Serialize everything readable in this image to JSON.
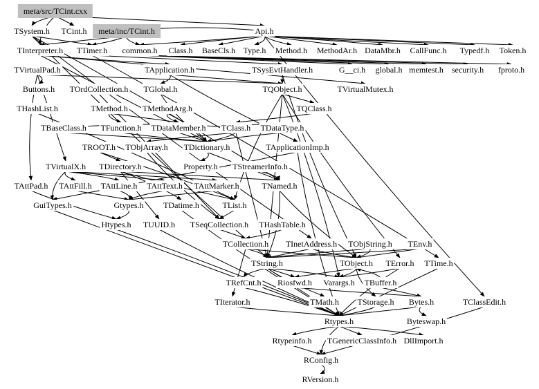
{
  "colors": {
    "edge": "#000000",
    "highlight_fill": "#bfbfbf",
    "background": "#ffffff"
  },
  "nodes": [
    {
      "id": "cxx",
      "label": "meta/src/TCint.cxx",
      "highlight": true
    },
    {
      "id": "TSystem",
      "label": "TSystem.h"
    },
    {
      "id": "TCint",
      "label": "TCint.h"
    },
    {
      "id": "incTCint",
      "label": "meta/inc/TCint.h",
      "highlight": true
    },
    {
      "id": "Api",
      "label": "Api.h"
    },
    {
      "id": "TInterpreter",
      "label": "TInterpreter.h"
    },
    {
      "id": "TTimer",
      "label": "TTimer.h"
    },
    {
      "id": "common",
      "label": "common.h"
    },
    {
      "id": "Class",
      "label": "Class.h"
    },
    {
      "id": "BaseCls",
      "label": "BaseCls.h"
    },
    {
      "id": "Type",
      "label": "Type.h"
    },
    {
      "id": "Method",
      "label": "Method.h"
    },
    {
      "id": "MethodAr",
      "label": "MethodAr.h"
    },
    {
      "id": "DataMbr",
      "label": "DataMbr.h"
    },
    {
      "id": "CallFunc",
      "label": "CallFunc.h"
    },
    {
      "id": "Typedf",
      "label": "Typedf.h"
    },
    {
      "id": "Token",
      "label": "Token.h"
    },
    {
      "id": "TVirtualPad",
      "label": "TVirtualPad.h"
    },
    {
      "id": "TApplication",
      "label": "TApplication.h"
    },
    {
      "id": "TSysEvtHandler",
      "label": "TSysEvtHandler.h"
    },
    {
      "id": "G__ci",
      "label": "G__ci.h"
    },
    {
      "id": "global",
      "label": "global.h"
    },
    {
      "id": "memtest",
      "label": "memtest.h"
    },
    {
      "id": "security",
      "label": "security.h"
    },
    {
      "id": "fproto",
      "label": "fproto.h"
    },
    {
      "id": "Buttons",
      "label": "Buttons.h"
    },
    {
      "id": "TOrdCollection",
      "label": "TOrdCollection.h"
    },
    {
      "id": "TGlobal",
      "label": "TGlobal.h"
    },
    {
      "id": "TQObject",
      "label": "TQObject.h"
    },
    {
      "id": "TVirtualMutex",
      "label": "TVirtualMutex.h"
    },
    {
      "id": "THashList",
      "label": "THashList.h"
    },
    {
      "id": "TMethod",
      "label": "TMethod.h"
    },
    {
      "id": "TMethodArg",
      "label": "TMethodArg.h"
    },
    {
      "id": "TQClass",
      "label": "TQClass.h"
    },
    {
      "id": "TBaseClass",
      "label": "TBaseClass.h"
    },
    {
      "id": "TFunction",
      "label": "TFunction.h"
    },
    {
      "id": "TDataMember",
      "label": "TDataMember.h"
    },
    {
      "id": "TClass",
      "label": "TClass.h"
    },
    {
      "id": "TDataType",
      "label": "TDataType.h"
    },
    {
      "id": "TROOT",
      "label": "TROOT.h"
    },
    {
      "id": "TObjArray",
      "label": "TObjArray.h"
    },
    {
      "id": "TDictionary",
      "label": "TDictionary.h"
    },
    {
      "id": "TApplicationImp",
      "label": "TApplicationImp.h"
    },
    {
      "id": "TVirtualX",
      "label": "TVirtualX.h"
    },
    {
      "id": "TDirectory",
      "label": "TDirectory.h"
    },
    {
      "id": "Property",
      "label": "Property.h"
    },
    {
      "id": "TStreamerInfo",
      "label": "TStreamerInfo.h"
    },
    {
      "id": "TAttPad",
      "label": "TAttPad.h"
    },
    {
      "id": "TAttFill",
      "label": "TAttFill.h"
    },
    {
      "id": "TAttLine",
      "label": "TAttLine.h"
    },
    {
      "id": "TAttText",
      "label": "TAttText.h"
    },
    {
      "id": "TAttMarker",
      "label": "TAttMarker.h"
    },
    {
      "id": "TNamed",
      "label": "TNamed.h"
    },
    {
      "id": "GuiTypes",
      "label": "GuiTypes.h"
    },
    {
      "id": "Gtypes",
      "label": "Gtypes.h"
    },
    {
      "id": "TDatime",
      "label": "TDatime.h"
    },
    {
      "id": "TList",
      "label": "TList.h"
    },
    {
      "id": "Htypes",
      "label": "Htypes.h"
    },
    {
      "id": "TUUID",
      "label": "TUUID.h"
    },
    {
      "id": "TSeqCollection",
      "label": "TSeqCollection.h"
    },
    {
      "id": "THashTable",
      "label": "THashTable.h"
    },
    {
      "id": "TCollection",
      "label": "TCollection.h"
    },
    {
      "id": "TInetAddress",
      "label": "TInetAddress.h"
    },
    {
      "id": "TObjString",
      "label": "TObjString.h"
    },
    {
      "id": "TEnv",
      "label": "TEnv.h"
    },
    {
      "id": "TString",
      "label": "TString.h"
    },
    {
      "id": "TObject",
      "label": "TObject.h"
    },
    {
      "id": "TError",
      "label": "TError.h"
    },
    {
      "id": "TTime",
      "label": "TTime.h"
    },
    {
      "id": "TRefCnt",
      "label": "TRefCnt.h"
    },
    {
      "id": "Riosfwd",
      "label": "Riosfwd.h"
    },
    {
      "id": "Varargs",
      "label": "Varargs.h"
    },
    {
      "id": "TBuffer",
      "label": "TBuffer.h"
    },
    {
      "id": "TIterator",
      "label": "TIterator.h"
    },
    {
      "id": "TMath",
      "label": "TMath.h"
    },
    {
      "id": "TStorage",
      "label": "TStorage.h"
    },
    {
      "id": "Bytes",
      "label": "Bytes.h"
    },
    {
      "id": "TClassEdit",
      "label": "TClassEdit.h"
    },
    {
      "id": "Rtypes",
      "label": "Rtypes.h"
    },
    {
      "id": "Byteswap",
      "label": "Byteswap.h"
    },
    {
      "id": "Rtypeinfo",
      "label": "Rtypeinfo.h"
    },
    {
      "id": "TGenericClassInfo",
      "label": "TGenericClassInfo.h"
    },
    {
      "id": "DllImport",
      "label": "DllImport.h"
    },
    {
      "id": "RConfig",
      "label": "RConfig.h"
    },
    {
      "id": "RVersion",
      "label": "RVersion.h"
    }
  ],
  "edges": [
    [
      "cxx",
      "TSystem"
    ],
    [
      "cxx",
      "TCint"
    ],
    [
      "cxx",
      "Api"
    ],
    [
      "cxx",
      "TInterpreter"
    ],
    [
      "incTCint",
      "TInterpreter"
    ],
    [
      "incTCint",
      "TTimer"
    ],
    [
      "incTCint",
      "common"
    ],
    [
      "incTCint",
      "Api"
    ],
    [
      "Api",
      "common"
    ],
    [
      "Api",
      "Class"
    ],
    [
      "Api",
      "BaseCls"
    ],
    [
      "Api",
      "Type"
    ],
    [
      "Api",
      "Method"
    ],
    [
      "Api",
      "MethodAr"
    ],
    [
      "Api",
      "DataMbr"
    ],
    [
      "Api",
      "CallFunc"
    ],
    [
      "Api",
      "Typedf"
    ],
    [
      "Api",
      "Token"
    ],
    [
      "Api",
      "TClassEdit"
    ],
    [
      "common",
      "G__ci"
    ],
    [
      "common",
      "global"
    ],
    [
      "common",
      "memtest"
    ],
    [
      "common",
      "security"
    ],
    [
      "common",
      "fproto"
    ],
    [
      "TSystem",
      "TInetAddress"
    ],
    [
      "TSystem",
      "TTimer"
    ],
    [
      "TSystem",
      "TNamed"
    ],
    [
      "TSystem",
      "TString"
    ],
    [
      "TInterpreter",
      "TDictionary"
    ],
    [
      "TInterpreter",
      "TVirtualMutex"
    ],
    [
      "TInterpreter",
      "TApplication"
    ],
    [
      "TTimer",
      "TSysEvtHandler"
    ],
    [
      "TTimer",
      "TTime"
    ],
    [
      "TSysEvtHandler",
      "TObject"
    ],
    [
      "TSysEvtHandler",
      "TQObject"
    ],
    [
      "TVirtualPad",
      "Buttons"
    ],
    [
      "TVirtualPad",
      "TAttPad"
    ],
    [
      "TVirtualPad",
      "TVirtualX"
    ],
    [
      "TVirtualPad",
      "TQObject"
    ],
    [
      "TApplication",
      "TApplicationImp"
    ],
    [
      "TApplication",
      "TQObject"
    ],
    [
      "TApplication",
      "TGlobal"
    ],
    [
      "TQObject",
      "TList"
    ],
    [
      "TQObject",
      "TString"
    ],
    [
      "TQObject",
      "Varargs"
    ],
    [
      "TQObject",
      "TError"
    ],
    [
      "TQObject",
      "TQClass"
    ],
    [
      "TQClass",
      "TClass"
    ],
    [
      "TGlobal",
      "TDictionary"
    ],
    [
      "TOrdCollection",
      "TSeqCollection"
    ],
    [
      "THashList",
      "TList"
    ],
    [
      "TMethod",
      "TFunction"
    ],
    [
      "TMethod",
      "TDataMember"
    ],
    [
      "TMethodArg",
      "TDictionary"
    ],
    [
      "TMethodArg",
      "TDataMember"
    ],
    [
      "TBaseClass",
      "TDictionary"
    ],
    [
      "TBaseClass",
      "TClass"
    ],
    [
      "TFunction",
      "TDictionary"
    ],
    [
      "TDataMember",
      "TDictionary"
    ],
    [
      "TClass",
      "TDictionary"
    ],
    [
      "TClass",
      "TObjArray"
    ],
    [
      "TClass",
      "TString"
    ],
    [
      "TClass",
      "TDataType"
    ],
    [
      "TDataType",
      "TDictionary"
    ],
    [
      "TROOT",
      "TDirectory"
    ],
    [
      "TROOT",
      "TList"
    ],
    [
      "TObjArray",
      "TSeqCollection"
    ],
    [
      "TDictionary",
      "TNamed"
    ],
    [
      "TDictionary",
      "Property"
    ],
    [
      "TApplicationImp",
      "Rtypes"
    ],
    [
      "TApplicationImp",
      "GuiTypes"
    ],
    [
      "TVirtualX",
      "TAttLine"
    ],
    [
      "TVirtualX",
      "TAttFill"
    ],
    [
      "TVirtualX",
      "TAttText"
    ],
    [
      "TVirtualX",
      "TAttMarker"
    ],
    [
      "TVirtualX",
      "GuiTypes"
    ],
    [
      "TDirectory",
      "TNamed"
    ],
    [
      "TDirectory",
      "TDatime"
    ],
    [
      "TDirectory",
      "TList"
    ],
    [
      "TDirectory",
      "TUUID"
    ],
    [
      "TStreamerInfo",
      "TNamed"
    ],
    [
      "TAttPad",
      "Htypes"
    ],
    [
      "TAttFill",
      "Gtypes"
    ],
    [
      "TAttLine",
      "Gtypes"
    ],
    [
      "TAttText",
      "Gtypes"
    ],
    [
      "TAttMarker",
      "Gtypes"
    ],
    [
      "TNamed",
      "TString"
    ],
    [
      "TNamed",
      "TObject"
    ],
    [
      "GuiTypes",
      "Rtypes"
    ],
    [
      "Gtypes",
      "Htypes"
    ],
    [
      "TDatime",
      "Rtypes"
    ],
    [
      "TList",
      "TSeqCollection"
    ],
    [
      "Htypes",
      "Rtypes"
    ],
    [
      "TUUID",
      "Rtypes"
    ],
    [
      "TSeqCollection",
      "TCollection"
    ],
    [
      "THashTable",
      "TCollection"
    ],
    [
      "TCollection",
      "TObject"
    ],
    [
      "TCollection",
      "TIterator"
    ],
    [
      "TCollection",
      "TString"
    ],
    [
      "TInetAddress",
      "TObject"
    ],
    [
      "TInetAddress",
      "TString"
    ],
    [
      "TObjString",
      "TObject"
    ],
    [
      "TObjString",
      "TString"
    ],
    [
      "TEnv",
      "TObject"
    ],
    [
      "TEnv",
      "TString"
    ],
    [
      "TString",
      "TRefCnt"
    ],
    [
      "TString",
      "Riosfwd"
    ],
    [
      "TString",
      "Varargs"
    ],
    [
      "TString",
      "TMath"
    ],
    [
      "TString",
      "Rtypes"
    ],
    [
      "TObject",
      "Varargs"
    ],
    [
      "TObject",
      "TStorage"
    ],
    [
      "TObject",
      "Riosfwd"
    ],
    [
      "TError",
      "Varargs"
    ],
    [
      "TError",
      "Rtypes"
    ],
    [
      "TTime",
      "Rtypes"
    ],
    [
      "TRefCnt",
      "Rtypes"
    ],
    [
      "Riosfwd",
      "Bytes"
    ],
    [
      "TBuffer",
      "Bytes"
    ],
    [
      "TBuffer",
      "TObject"
    ],
    [
      "TIterator",
      "Rtypes"
    ],
    [
      "TMath",
      "Rtypes"
    ],
    [
      "TStorage",
      "Rtypes"
    ],
    [
      "Bytes",
      "Byteswap"
    ],
    [
      "Bytes",
      "Rtypes"
    ],
    [
      "TClassEdit",
      "RConfig"
    ],
    [
      "Rtypes",
      "Rtypeinfo"
    ],
    [
      "Rtypes",
      "TGenericClassInfo"
    ],
    [
      "Rtypes",
      "DllImport"
    ],
    [
      "Rtypes",
      "RConfig"
    ],
    [
      "Rtypeinfo",
      "RConfig"
    ],
    [
      "RConfig",
      "RVersion"
    ]
  ]
}
